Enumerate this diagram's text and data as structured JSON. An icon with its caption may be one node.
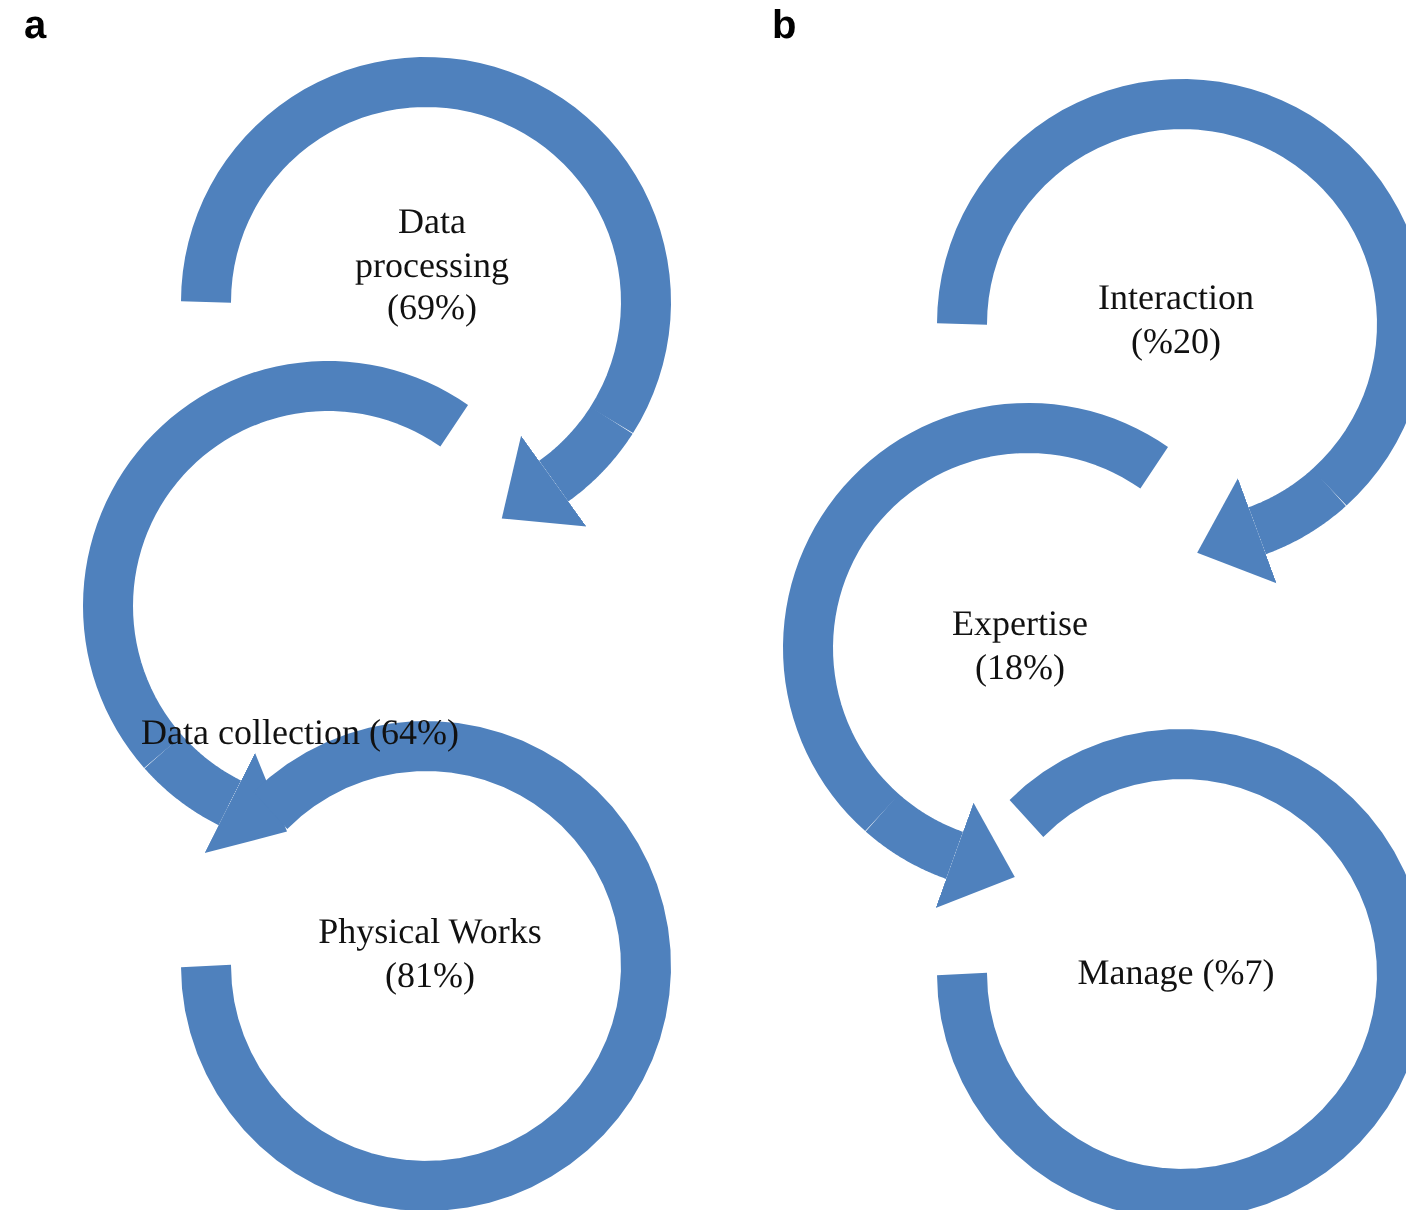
{
  "diagram": {
    "nodes": [
      {
        "text": [
          "Data processing (69%)"
        ]
      },
      {
        "text": [
          "Data collection (64%)"
        ]
      },
      {
        "text": [
          "Physical Works (81%)"
        ]
      },
      {
        "text": [
          "Interaction (%20)"
        ]
      },
      {
        "text": [
          "Expertise (18%)"
        ]
      },
      {
        "text": [
          "Manage (%7)"
        ]
      }
    ],
    "edges": [
      {
        "from": 0,
        "to": 1,
        "arrow": "to"
      },
      {
        "from": 1,
        "to": 2,
        "arrow": "to"
      },
      {
        "from": 3,
        "to": 4,
        "arrow": "to"
      },
      {
        "from": 4,
        "to": 5,
        "arrow": "to"
      }
    ],
    "labels": [
      "a",
      "b"
    ]
  }
}
